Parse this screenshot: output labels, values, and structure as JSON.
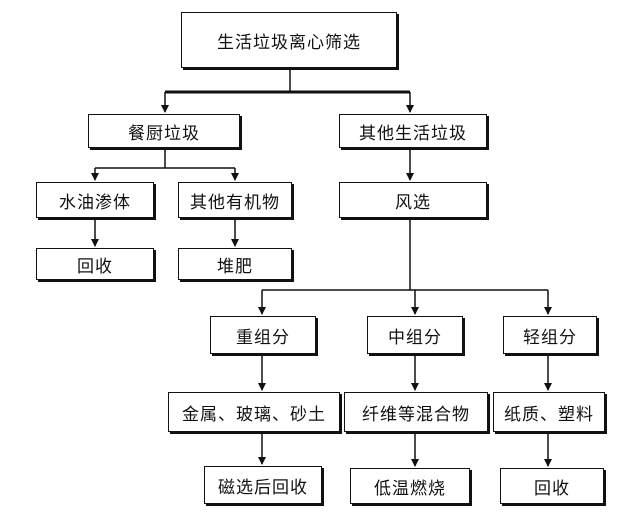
{
  "diagram": {
    "root": "生活垃圾离心筛选",
    "kitchen_waste": "餐厨垃圾",
    "other_waste": "其他生活垃圾",
    "water_oil": "水油渗体",
    "other_organic": "其他有机物",
    "air_sorting": "风选",
    "recycle_1": "回收",
    "compost": "堆肥",
    "heavy": "重组分",
    "medium": "中组分",
    "light": "轻组分",
    "metal_glass_sand": "金属、玻璃、砂土",
    "fiber_mix": "纤维等混合物",
    "paper_plastic": "纸质、塑料",
    "magnetic_recycle": "磁选后回收",
    "low_temp_burn": "低温燃烧",
    "recycle_2": "回收"
  }
}
